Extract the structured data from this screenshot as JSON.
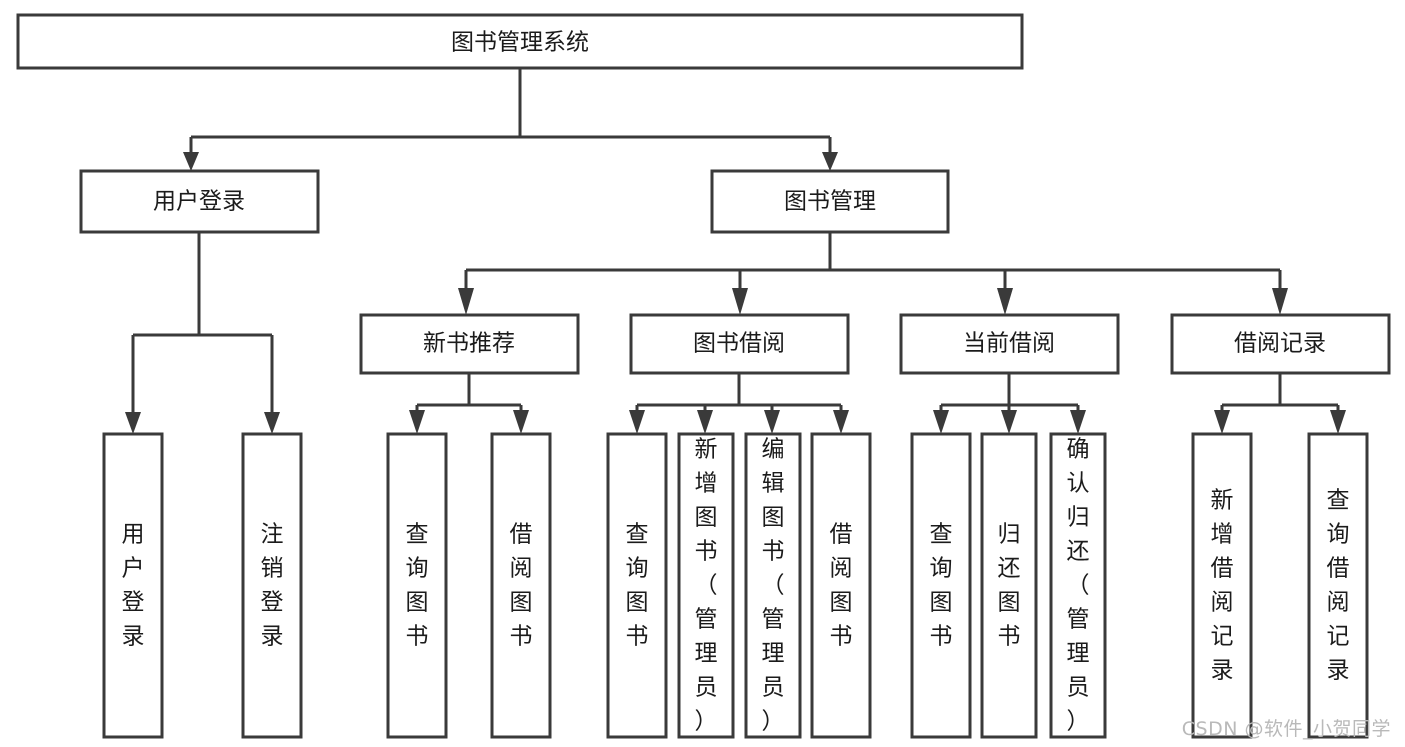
{
  "diagram": {
    "type": "tree-hierarchy",
    "title": "图书管理系统",
    "root": {
      "id": "root",
      "label": "图书管理系统",
      "orientation": "horizontal"
    },
    "level2": [
      {
        "id": "user-login",
        "label": "用户登录",
        "orientation": "horizontal"
      },
      {
        "id": "book-management",
        "label": "图书管理",
        "orientation": "horizontal"
      }
    ],
    "level3": [
      {
        "id": "new-book-recommend",
        "label": "新书推荐",
        "orientation": "horizontal",
        "parent": "book-management"
      },
      {
        "id": "book-borrow",
        "label": "图书借阅",
        "orientation": "horizontal",
        "parent": "book-management"
      },
      {
        "id": "current-borrow",
        "label": "当前借阅",
        "orientation": "horizontal",
        "parent": "book-management"
      },
      {
        "id": "borrow-record",
        "label": "借阅记录",
        "orientation": "horizontal",
        "parent": "book-management"
      }
    ],
    "leaves": [
      {
        "id": "leaf-user-login",
        "label": "用户登录",
        "orientation": "vertical",
        "parent": "user-login"
      },
      {
        "id": "leaf-user-logout",
        "label": "注销登录",
        "orientation": "vertical",
        "parent": "user-login"
      },
      {
        "id": "leaf-query-book-1",
        "label": "查询图书",
        "orientation": "vertical",
        "parent": "new-book-recommend"
      },
      {
        "id": "leaf-borrow-book-1",
        "label": "借阅图书",
        "orientation": "vertical",
        "parent": "new-book-recommend"
      },
      {
        "id": "leaf-query-book-2",
        "label": "查询图书",
        "orientation": "vertical",
        "parent": "book-borrow"
      },
      {
        "id": "leaf-add-book",
        "label": "新增图书（管理员）",
        "orientation": "vertical",
        "parent": "book-borrow"
      },
      {
        "id": "leaf-edit-book",
        "label": "编辑图书（管理员）",
        "orientation": "vertical",
        "parent": "book-borrow"
      },
      {
        "id": "leaf-borrow-book-2",
        "label": "借阅图书",
        "orientation": "vertical",
        "parent": "book-borrow"
      },
      {
        "id": "leaf-query-book-3",
        "label": "查询图书",
        "orientation": "vertical",
        "parent": "current-borrow"
      },
      {
        "id": "leaf-return-book",
        "label": "归还图书",
        "orientation": "vertical",
        "parent": "current-borrow"
      },
      {
        "id": "leaf-confirm-return",
        "label": "确认归还（管理员）",
        "orientation": "vertical",
        "parent": "current-borrow"
      },
      {
        "id": "leaf-add-record",
        "label": "新增借阅记录",
        "orientation": "vertical",
        "parent": "borrow-record"
      },
      {
        "id": "leaf-query-record",
        "label": "查询借阅记录",
        "orientation": "vertical",
        "parent": "borrow-record"
      }
    ],
    "colors": {
      "background": "#ffffff",
      "box_fill": "#ffffff",
      "box_stroke": "#3a3a3a",
      "connector": "#3a3a3a",
      "text": "#1b1b1b",
      "watermark": "#b9b9b9"
    }
  },
  "watermark": {
    "text": "CSDN @软件_小贺同学"
  }
}
